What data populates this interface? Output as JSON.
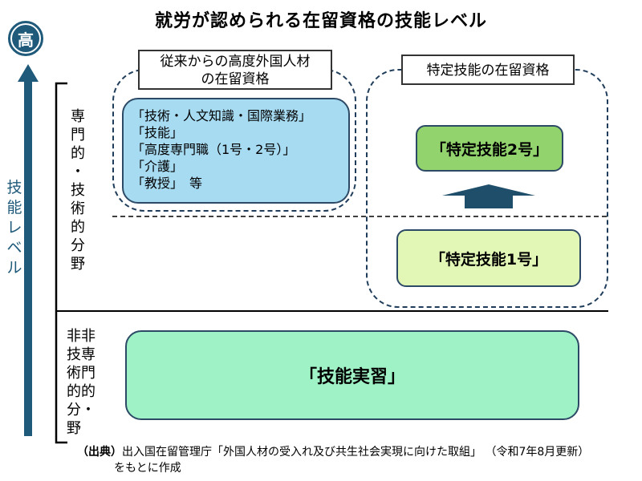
{
  "title": "就労が認められる在留資格の技能レベル",
  "level_axis": {
    "high_label": "高",
    "label": "技\n能\nレ\nベ\nル"
  },
  "categories": {
    "specialized": "専\n門\n的\n・\n技\n術\n的\n分\n野",
    "non_specialized_col1": "非\n技\n術\n的\n分\n野",
    "non_specialized_col2": "非\n専\n門\n的\n・"
  },
  "traditional": {
    "header": "従来からの高度外国人材\nの在留資格",
    "items": [
      "「技術・人文知識・国際業務」",
      "「技能」",
      "「高度専門職（1号・2号）」",
      "「介護」",
      "「教授」　等"
    ]
  },
  "ssw": {
    "header": "特定技能の在留資格",
    "level2": "「特定技能2号」",
    "level1": "「特定技能1号」"
  },
  "internship": "「技能実習」",
  "source": {
    "prefix": "（出典）",
    "line1_body": "出入国在留管理庁「外国人材の受入れ及び共生社会実現に向けた取組」",
    "line1_suffix": "（令和7年8月更新）",
    "line2": "をもとに作成"
  },
  "colors": {
    "axis_blue": "#1f5a7a",
    "traditional_fill": "#a6dbf2",
    "ssw2_fill": "#92d36e",
    "ssw1_fill": "#e2f7b6",
    "internship_fill": "#9ff2c6",
    "arrow_fill": "#1f4e6a"
  }
}
